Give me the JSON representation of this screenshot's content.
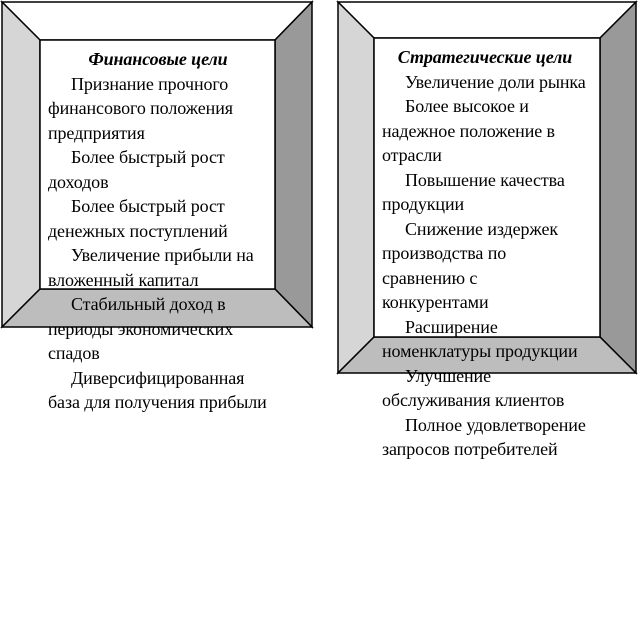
{
  "left_box": {
    "title": "Финансовые цели",
    "items": [
      "Признание прочного финансового положения предприятия",
      "Более быстрый рост доходов",
      "Более быстрый рост денежных поступлений",
      "Увеличение прибыли на вложенный капитал",
      "Стабильный доход в периоды экономических спадов",
      "Диверсифицированная база для получения прибыли"
    ]
  },
  "right_box": {
    "title": "Стратегические цели",
    "items": [
      "Увеличение доли рынка",
      "Более высокое и надежное положение в отрасли",
      "Повышение качества продукции",
      "Снижение издержек производства по сравнению с конкурентами",
      "Расширение номенклатуры продукции",
      "Улучшение обслуживания клиентов",
      "Полное удовлетворение запросов потребителей"
    ]
  },
  "colors": {
    "bevel_top": "#ffffff",
    "bevel_left": "#d6d6d6",
    "bevel_right": "#999999",
    "bevel_bottom": "#bdbdbd",
    "outline": "#000000"
  }
}
